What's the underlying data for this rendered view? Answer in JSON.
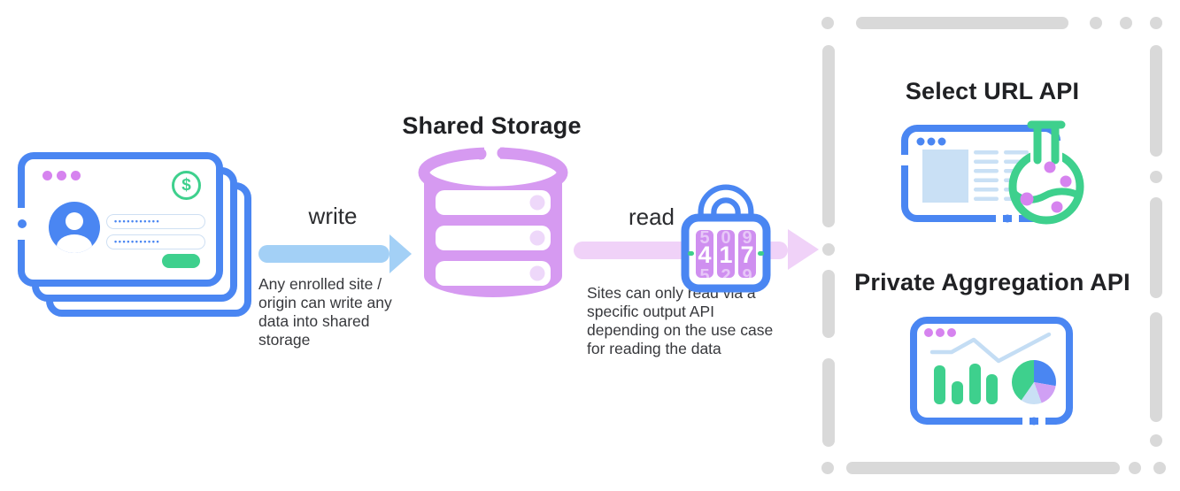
{
  "colors": {
    "blue": "#4a86f2",
    "light-blue": "#a3d0f6",
    "soft-blue": "#c9e0f5",
    "chart-blue": "#c4ddf4",
    "purple": "#d683ef",
    "db-purple": "#d69af1",
    "db-dot": "#eed8fa",
    "pink": "#f0d2f8",
    "roller": "#cf8ff0",
    "green": "#3ed08d",
    "gray-dash": "#d9d9d9",
    "title-ink": "#202124",
    "body-ink": "#37383c"
  },
  "left_stack": {
    "dollar_symbol": "$",
    "password_value_1": "•••••••••••",
    "password_value_2": "•••••••••••"
  },
  "storage": {
    "title": "Shared Storage"
  },
  "flow": {
    "write": {
      "label": "write",
      "description": "Any enrolled site /\norigin can write any\ndata into shared\nstorage"
    },
    "read": {
      "label": "read",
      "description": "Sites can only read via a\nspecific output API\ndepending on the use case\nfor reading the data"
    }
  },
  "lock": {
    "dial_top": [
      "5",
      "0",
      "9"
    ],
    "dial_code": [
      "4",
      "1",
      "7"
    ],
    "dial_bottom": [
      "5",
      "2",
      "9"
    ]
  },
  "apis": {
    "select_url": {
      "title": "Select URL API"
    },
    "private_aggregation": {
      "title": "Private Aggregation API"
    }
  }
}
